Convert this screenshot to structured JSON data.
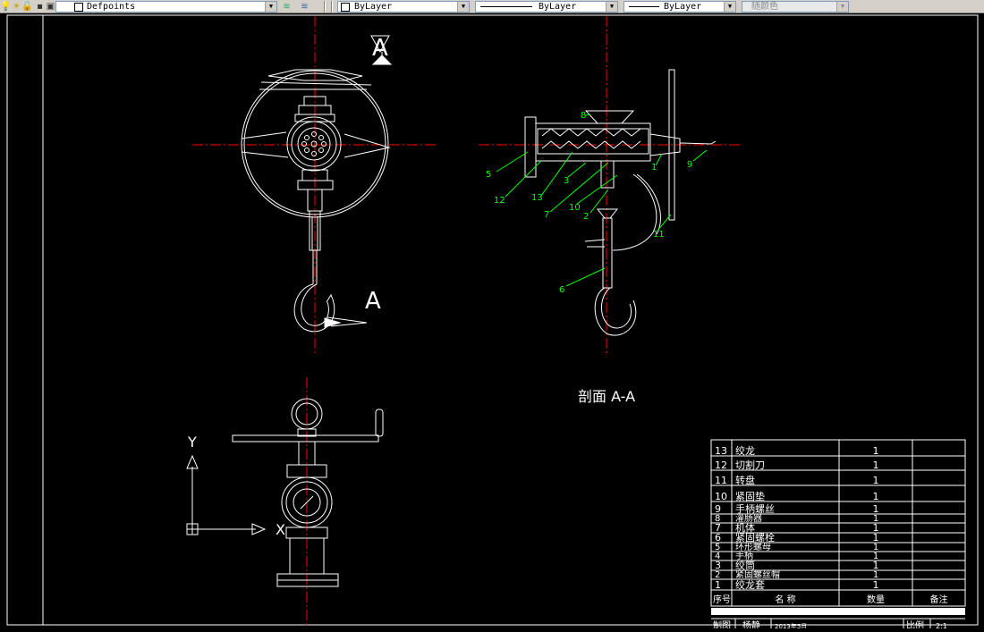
{
  "toolbar": {
    "layer_name": "Defpoints",
    "color_value": "ByLayer",
    "linetype_value": "ByLayer",
    "lineweight_value": "ByLayer",
    "plotstyle_value": "随颜色"
  },
  "drawing": {
    "section_mark": "A",
    "section_title": "剖面 A-A",
    "ucs_x": "X",
    "ucs_y": "Y",
    "callouts": [
      "8",
      "5",
      "12",
      "13",
      "3",
      "7",
      "10",
      "2",
      "6",
      "11",
      "1",
      "9"
    ]
  },
  "parts_list": {
    "rows": [
      {
        "no": "13",
        "name": "绞龙",
        "qty": "1"
      },
      {
        "no": "12",
        "name": "切割刀",
        "qty": "1"
      },
      {
        "no": "11",
        "name": "转盘",
        "qty": "1"
      },
      {
        "no": "10",
        "name": "紧固垫",
        "qty": "1"
      },
      {
        "no": "9",
        "name": "手柄螺丝",
        "qty": "1"
      },
      {
        "no": "8",
        "name": "灌肠器",
        "qty": "1"
      },
      {
        "no": "7",
        "name": "机体",
        "qty": "1"
      },
      {
        "no": "6",
        "name": "紧固螺栓",
        "qty": "1"
      },
      {
        "no": "5",
        "name": "环形螺母",
        "qty": "1"
      },
      {
        "no": "4",
        "name": "手柄",
        "qty": "1"
      },
      {
        "no": "3",
        "name": "绞筒",
        "qty": "1"
      },
      {
        "no": "2",
        "name": "紧固螺丝帽",
        "qty": "1"
      },
      {
        "no": "1",
        "name": "绞龙套",
        "qty": "1"
      }
    ],
    "header": {
      "no": "序号",
      "name": "名    称",
      "qty": "数量",
      "note": "备注"
    }
  },
  "title_block": {
    "label_draw": "制图",
    "drafter": "杨静",
    "date": "2013年5月",
    "scale_label": "比例",
    "scale_value": "2:1"
  },
  "colors": {
    "background": "#000000",
    "lines": "#ffffff",
    "centerline": "#ff0000",
    "leader": "#00ff00",
    "toolbar": "#d4d0c8"
  }
}
